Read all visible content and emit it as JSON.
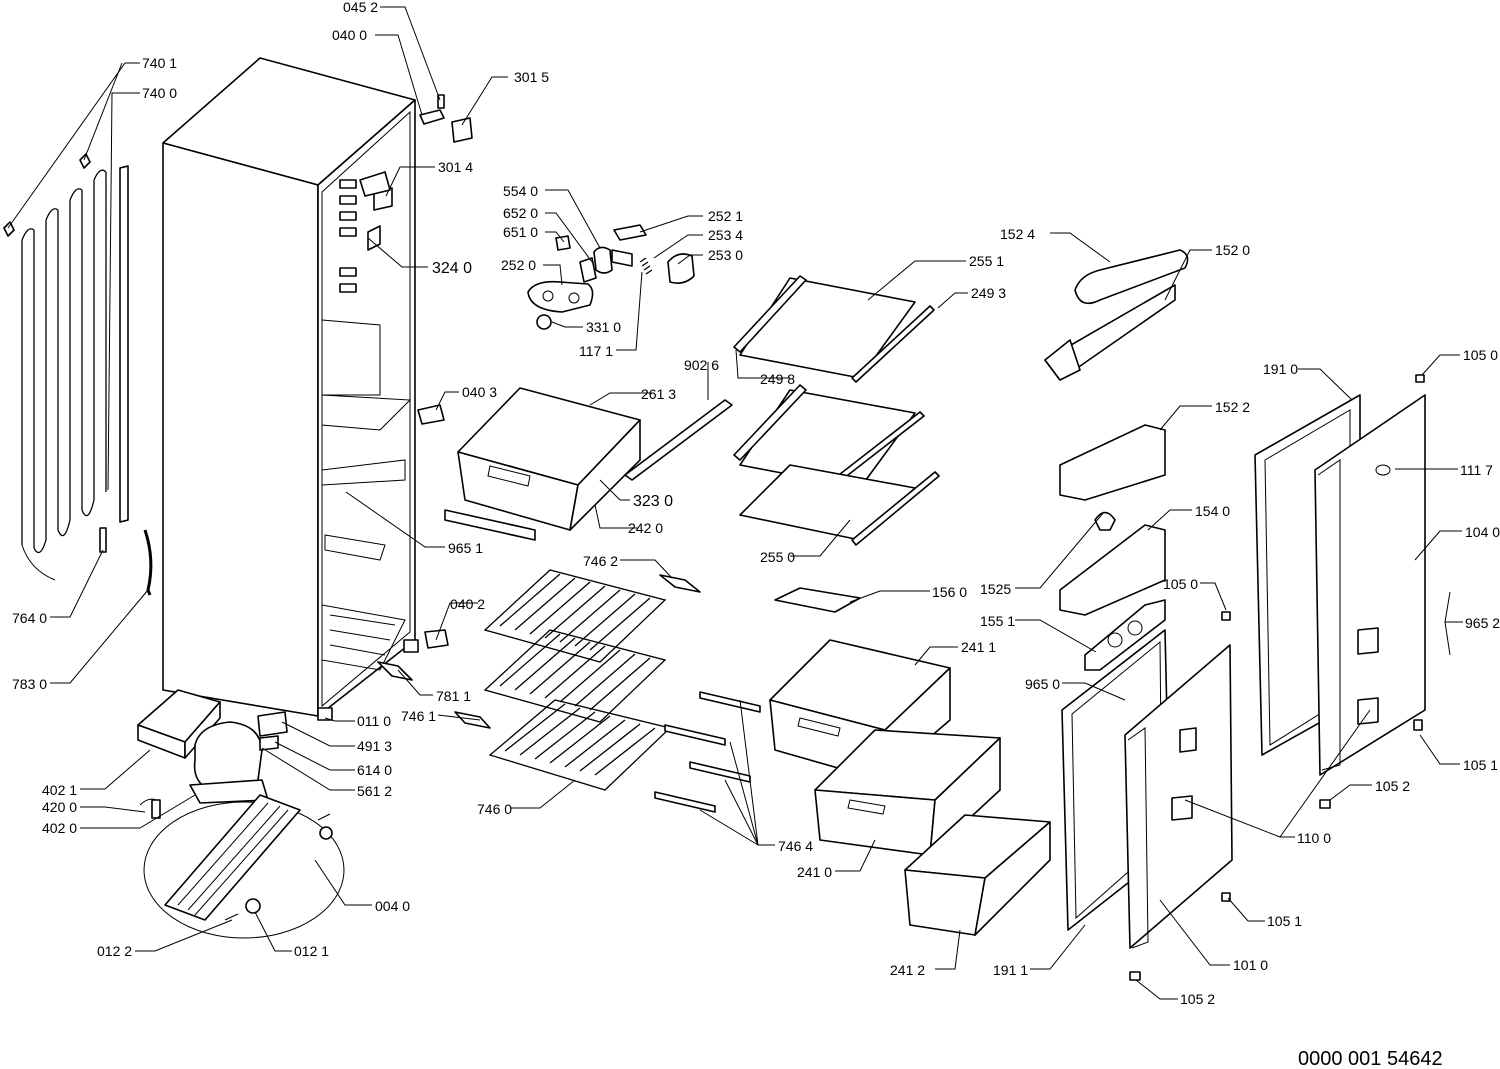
{
  "drawing_code": "0000 001 54642",
  "labels": {
    "l0452": "045 2",
    "l0400": "040 0",
    "l3015": "301 5",
    "l7401": "740 1",
    "l7400": "740 0",
    "l3014": "301 4",
    "l3240": "324 0",
    "l5540": "554 0",
    "l6520": "652 0",
    "l6510": "651 0",
    "l2520": "252 0",
    "l3310": "331 0",
    "l1171": "117 1",
    "l2521": "252 1",
    "l2534": "253 4",
    "l2530": "253 0",
    "l2551": "255 1",
    "l2493": "249 3",
    "l2498": "249 8",
    "l9026": "902 6",
    "l0403": "040 3",
    "l2613": "261 3",
    "l3230": "323 0",
    "l2420": "242 0",
    "l9651": "965 1",
    "l2550": "255 0",
    "l1524": "152 4",
    "l1520": "152 0",
    "l1522": "152 2",
    "l1540": "154 0",
    "l1525": "1525",
    "l1050a": "105 0",
    "l1910": "191 0",
    "l1117": "111 7",
    "l1040": "104 0",
    "l9652": "965 2",
    "l1050b": "105 0",
    "l1551": "155 1",
    "l9650": "965 0",
    "l1560": "156 0",
    "l7462": "746 2",
    "l0402": "040 2",
    "l2411": "241 1",
    "l7811": "781 1",
    "l7461": "746 1",
    "l0110": "011 0",
    "l4913": "491 3",
    "l6140": "614 0",
    "l5612": "561 2",
    "l7640": "764 0",
    "l7830": "783 0",
    "l4021": "402 1",
    "l4200": "420 0",
    "l4020": "402 0",
    "l7460": "746 0",
    "l7464": "746 4",
    "l2410": "241 0",
    "l1051a": "105 1",
    "l1052a": "105 2",
    "l1100": "110 0",
    "l0040": "004 0",
    "l0122": "012 2",
    "l0121": "012 1",
    "l1051b": "105 1",
    "l2412": "241 2",
    "l1911": "191 1",
    "l1010": "101 0",
    "l1052b": "105 2"
  }
}
